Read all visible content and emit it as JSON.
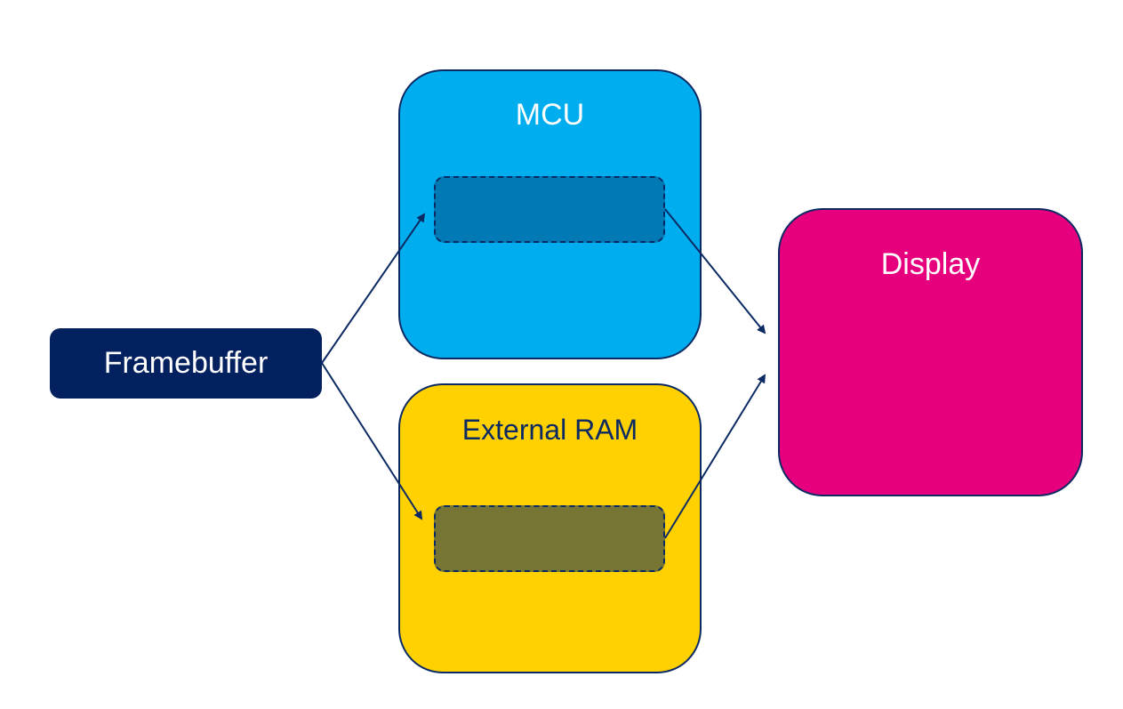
{
  "diagram": {
    "nodes": {
      "framebuffer": {
        "label": "Framebuffer",
        "color": "#03205f"
      },
      "mcu": {
        "label": "MCU",
        "color": "#00aeef"
      },
      "external_ram": {
        "label": "External RAM",
        "color": "#ffd100"
      },
      "display": {
        "label": "Display",
        "color": "#e6007e"
      },
      "mcu_buffer": {
        "color": "#0079b4"
      },
      "external_ram_buffer": {
        "color": "#767534"
      }
    },
    "edges": [
      {
        "from": "framebuffer",
        "to": "mcu_buffer"
      },
      {
        "from": "framebuffer",
        "to": "external_ram_buffer"
      },
      {
        "from": "mcu_buffer",
        "to": "display"
      },
      {
        "from": "external_ram_buffer",
        "to": "display"
      }
    ],
    "edge_color": "#0b2a63"
  }
}
